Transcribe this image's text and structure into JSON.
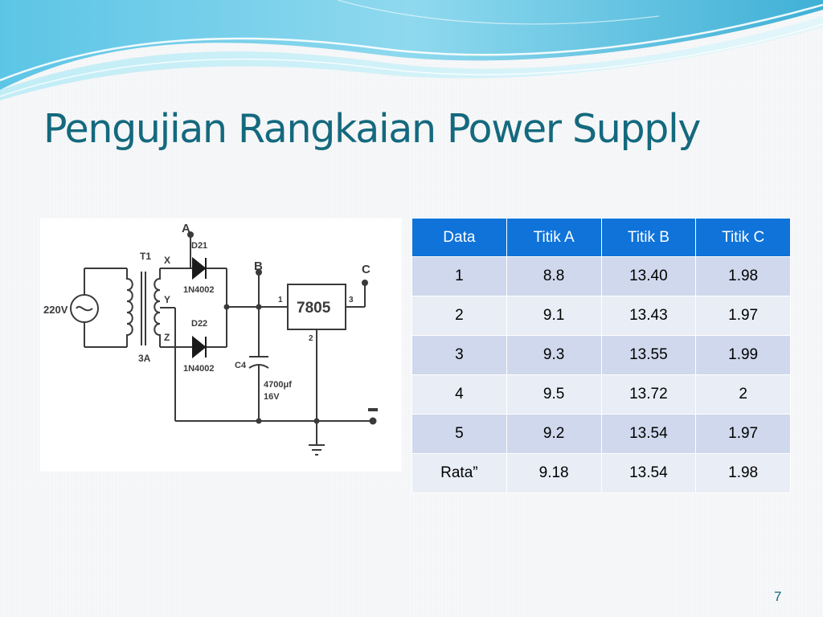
{
  "slide": {
    "title": "Pengujian Rangkaian Power Supply",
    "page_number": "7"
  },
  "schematic": {
    "labels": {
      "source_voltage": "220V",
      "transformer": "T1",
      "transformer_rating": "3A",
      "tap_x": "X",
      "tap_y": "Y",
      "tap_z": "Z",
      "point_a": "A",
      "point_b": "B",
      "point_c": "C",
      "diode_1": "D21",
      "diode_1_part": "1N4002",
      "diode_2": "D22",
      "diode_2_part": "1N4002",
      "capacitor": "C4",
      "capacitor_value": "4700μf",
      "capacitor_voltage": "16V",
      "regulator": "7805",
      "pin_1": "1",
      "pin_2": "2",
      "pin_3": "3"
    }
  },
  "table": {
    "headers": [
      "Data",
      "Titik A",
      "Titik B",
      "Titik C"
    ],
    "rows": [
      [
        "1",
        "8.8",
        "13.40",
        "1.98"
      ],
      [
        "2",
        "9.1",
        "13.43",
        "1.97"
      ],
      [
        "3",
        "9.3",
        "13.55",
        "1.99"
      ],
      [
        "4",
        "9.5",
        "13.72",
        "2"
      ],
      [
        "5",
        "9.2",
        "13.54",
        "1.97"
      ],
      [
        "Rata”",
        "9.18",
        "13.54",
        "1.98"
      ]
    ]
  }
}
